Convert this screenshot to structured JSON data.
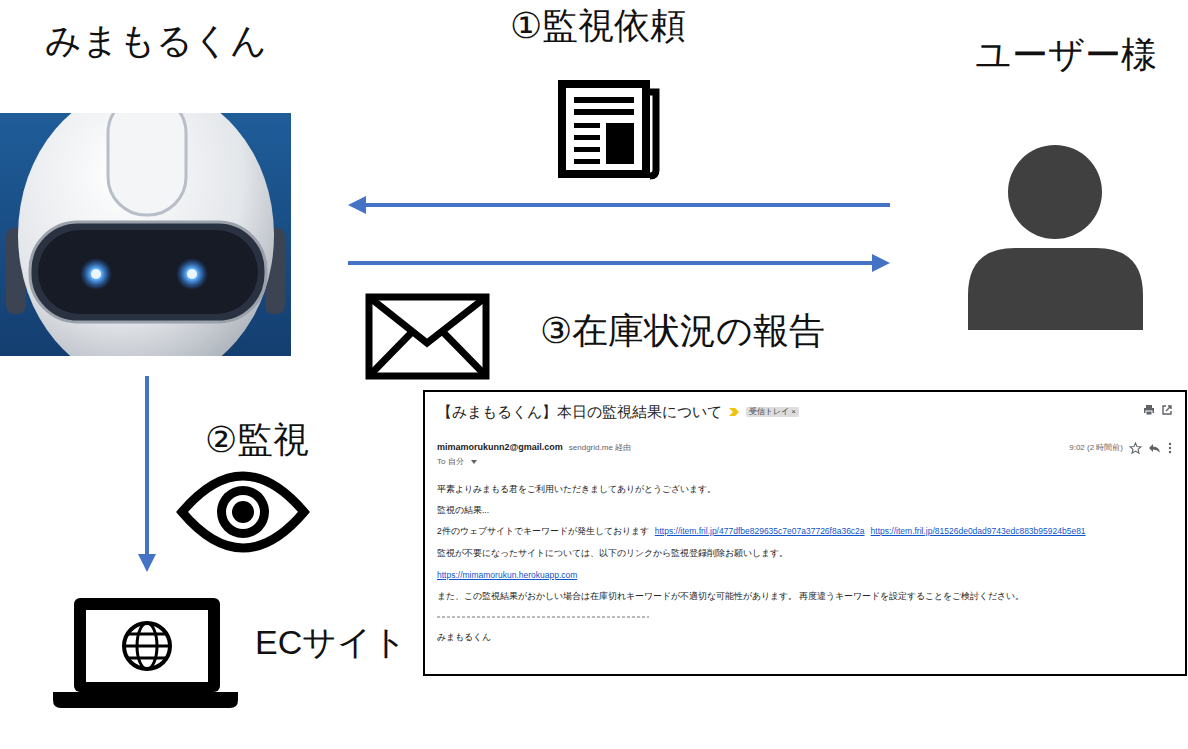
{
  "diagram": {
    "nodes": [
      {
        "text": [
          "みまもるくん"
        ]
      },
      {
        "text": [
          "ユーザー様"
        ]
      },
      {
        "text": [
          "ECサイト"
        ]
      },
      {
        "text": [
          "【みまもるくん】本日の監視結果について",
          "受信トレイ ×",
          "mimamorukunn2@gmail.com",
          "sendgrid.me 経由",
          "To 自分",
          "9:02 (2 時間前)",
          "平素よりみまもる君をご利用いただきましてありがとうございます。",
          "監視の結果...",
          "2件のウェブサイトでキーワードが発生しております",
          "https://item.fril.jp/477dfbe829635c7e07a37726f8a36c2a",
          "https://item.fril.jp/81526de0dad9743edc883b95924b5e81",
          "監視が不要になったサイトについては、以下のリンクから監視登録削除お願いします。",
          "https://mimamorukun.herokuapp.com",
          "また、この監視結果がおかしい場合は在庫切れキーワードが不適切な可能性があります。 再度違うキーワードを設定することをご検討ください。",
          "みまもるくん"
        ]
      }
    ],
    "edges": [
      {
        "from": 1,
        "to": 0,
        "arrow": "to",
        "label": "①監視依頼"
      },
      {
        "from": 0,
        "to": 1,
        "arrow": "to",
        "label": "③在庫状況の報告"
      },
      {
        "from": 0,
        "to": 2,
        "arrow": "to",
        "label": "②監視"
      }
    ]
  }
}
